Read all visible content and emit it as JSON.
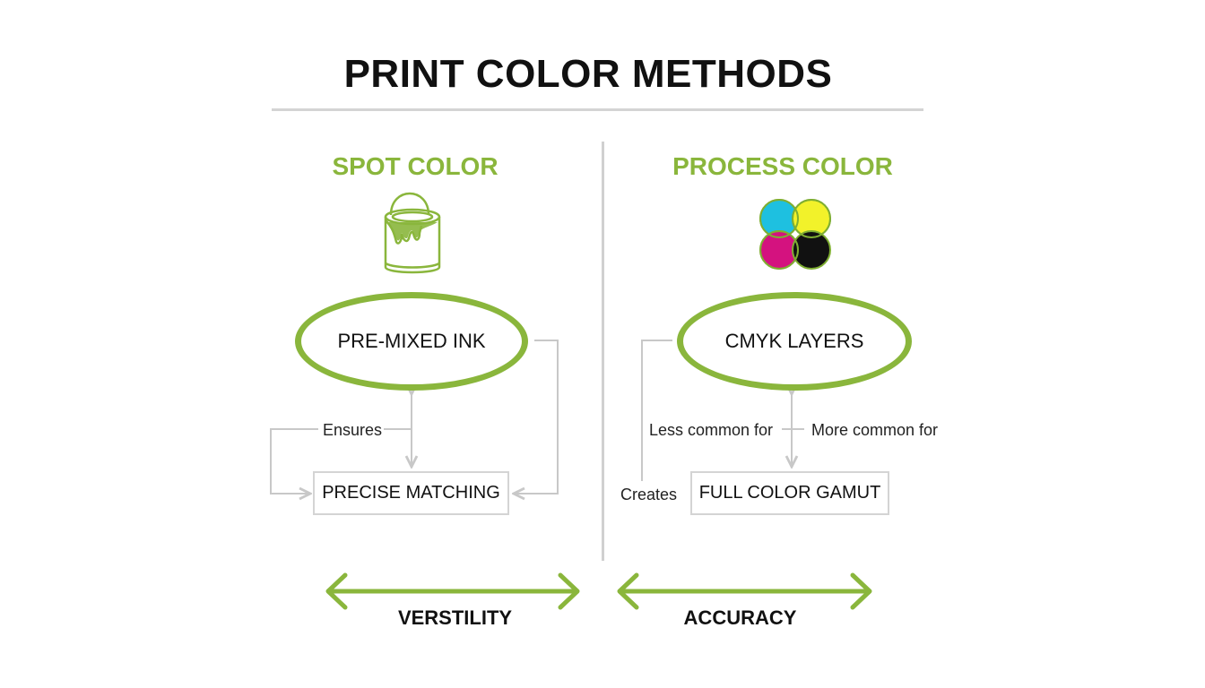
{
  "title": "PRINT COLOR METHODS",
  "accent_color": "#8ab63c",
  "left_column": {
    "heading": "SPOT COLOR",
    "icon": "paint-can-icon",
    "oval_label": "PRE-MIXED INK",
    "edge_label": "Ensures",
    "box_label": "PRECISE MATCHING",
    "bottom_label": "VERSTILITY"
  },
  "right_column": {
    "heading": "PROCESS COLOR",
    "icon": "cmyk-circles-icon",
    "icon_colors": [
      "#1ec0e0",
      "#f2f22a",
      "#d4127f",
      "#111111"
    ],
    "oval_label": "CMYK LAYERS",
    "edge_label_left": "Less common for",
    "edge_label_right": "More common for",
    "edge_label_creates": "Creates",
    "box_label": "FULL COLOR GAMUT",
    "bottom_label": "ACCURACY"
  }
}
